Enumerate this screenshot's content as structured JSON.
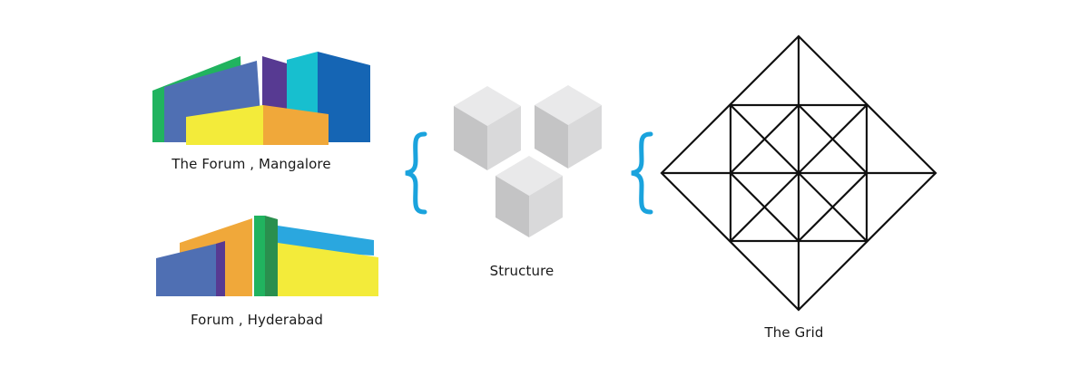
{
  "diagram": {
    "buildings": [
      {
        "caption": "The Forum , Mangalore"
      },
      {
        "caption": "Forum , Hyderabad"
      }
    ],
    "structure": {
      "caption": "Structure"
    },
    "grid": {
      "caption": "The Grid"
    }
  },
  "colors": {
    "brace": "#1aa3dd",
    "green": "#21b35f",
    "dark_green": "#2a8f4e",
    "blue": "#4f6fb3",
    "purple": "#573a92",
    "teal": "#17bfcf",
    "navy_blue": "#1565b4",
    "yellow": "#f3eb3a",
    "orange": "#f0a83a",
    "sky_blue": "#2aa7df",
    "cube_top": "#e9e9ea",
    "cube_left": "#c4c4c5",
    "cube_right": "#d9d9da",
    "grid_line": "#111111"
  }
}
